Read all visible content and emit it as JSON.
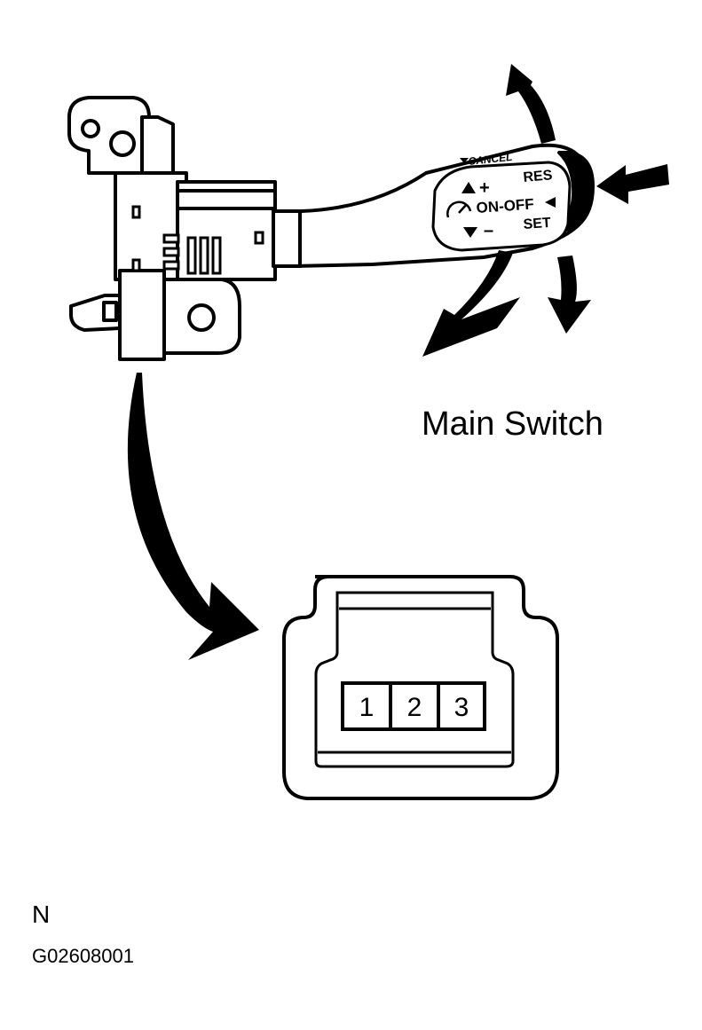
{
  "diagram": {
    "title": "Main Switch",
    "lever_labels": {
      "cancel": "CANCEL",
      "res": "RES",
      "on_off": "ON-OFF",
      "set": "SET",
      "plus": "+",
      "minus": "–"
    },
    "connector": {
      "pins": [
        "1",
        "2",
        "3"
      ]
    },
    "footer": {
      "letter": "N",
      "code": "G02608001"
    }
  }
}
